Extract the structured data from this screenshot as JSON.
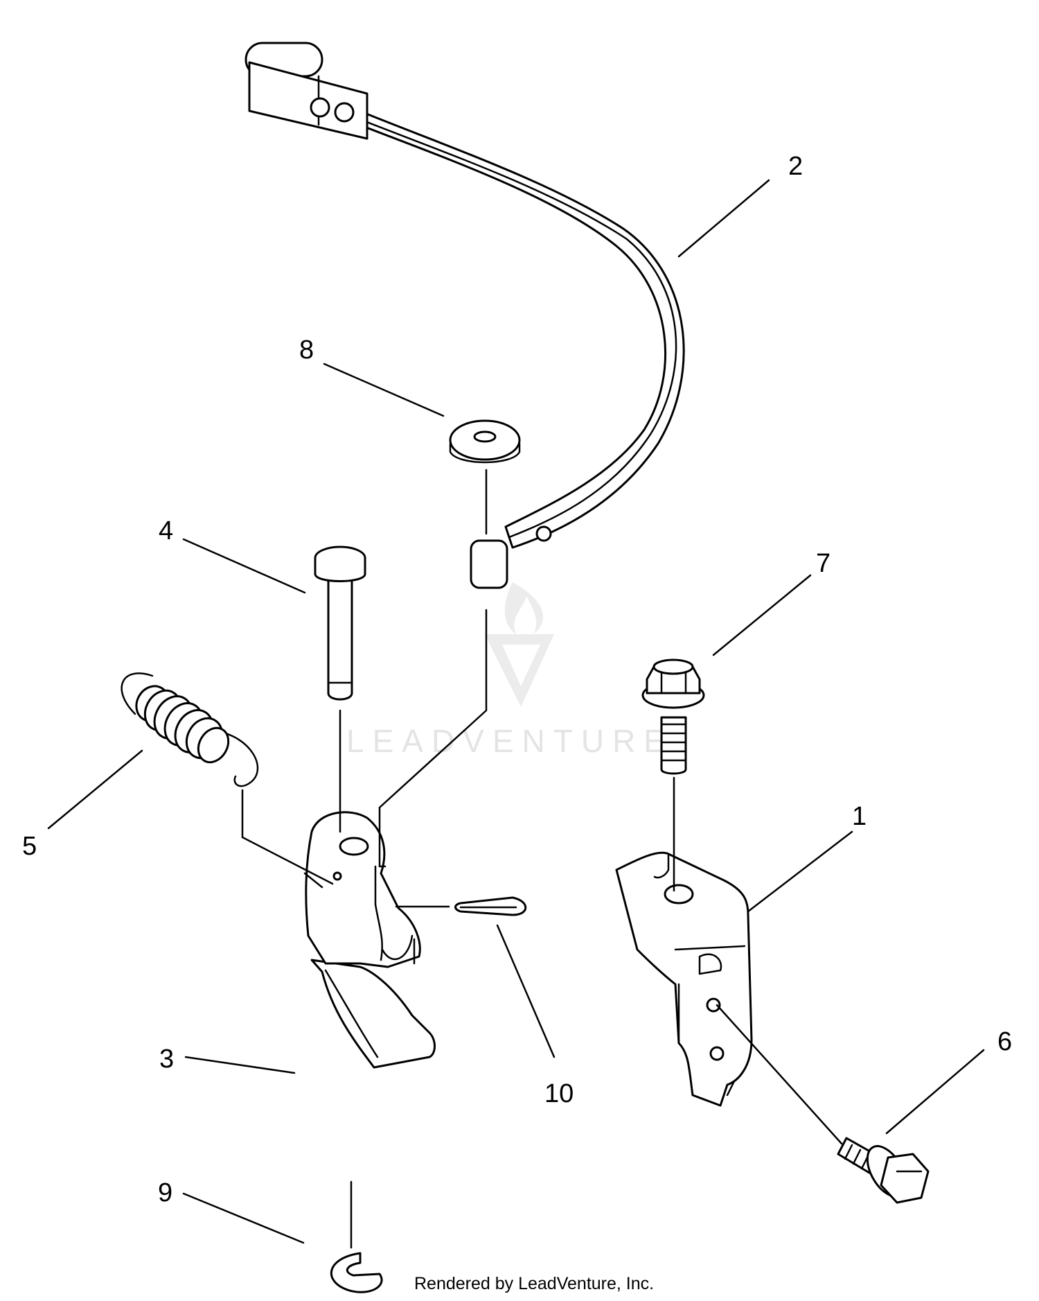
{
  "watermark": {
    "text": "LEADVENTURE",
    "icon": "leadventure-logo-icon"
  },
  "credit": "Rendered by LeadVenture, Inc.",
  "callouts": [
    {
      "label": "1"
    },
    {
      "label": "2"
    },
    {
      "label": "3"
    },
    {
      "label": "4"
    },
    {
      "label": "5"
    },
    {
      "label": "6"
    },
    {
      "label": "7"
    },
    {
      "label": "8"
    },
    {
      "label": "9"
    },
    {
      "label": "10"
    }
  ]
}
